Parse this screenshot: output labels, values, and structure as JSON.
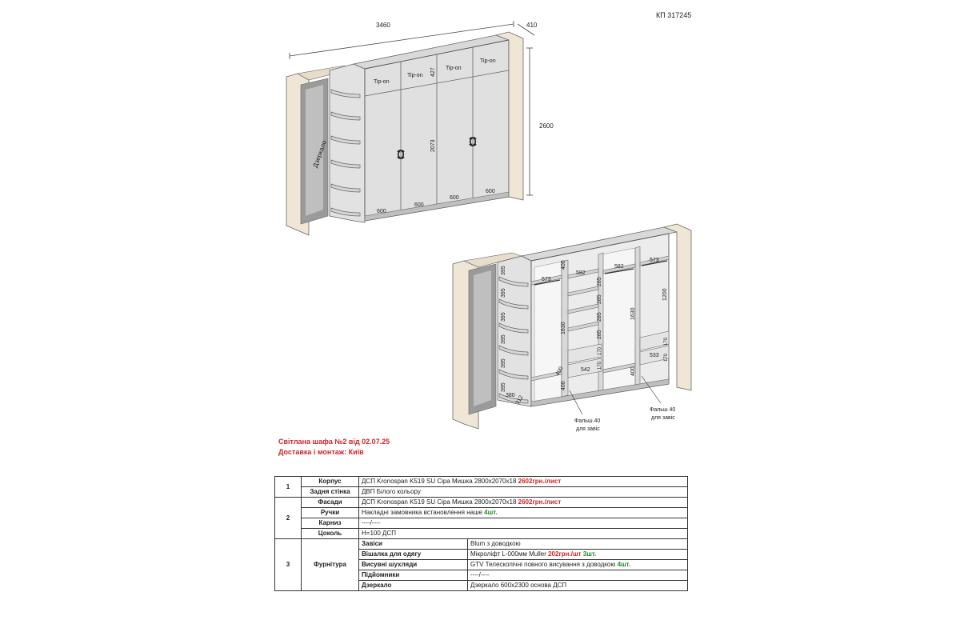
{
  "header": {
    "doc_code": "КП 317245",
    "title_line1": "Світлана шафа №2 від 02.07.25",
    "title_line2": "Доставка і монтаж: Київ"
  },
  "drawing_top": {
    "overall_width": "3460",
    "depth": "410",
    "height": "2600",
    "door_height": "2073",
    "mezzanine_height": "427",
    "door_width_1": "600",
    "door_width_2": "600",
    "door_width_3": "600",
    "door_width_4": "600",
    "tipon_1": "Tip-on",
    "tipon_2": "Tip-on",
    "tipon_3": "Tip-on",
    "tipon_4": "Tip-on",
    "mirror_label": "Дзеркало"
  },
  "drawing_bottom": {
    "corner_shelf_1": "395",
    "corner_shelf_2": "395",
    "corner_shelf_3": "395",
    "corner_shelf_4": "395",
    "corner_shelf_5": "395",
    "corner_shelf_6": "395",
    "corner_bottom": "380",
    "corner_diag": "312",
    "top_shelf_1": "573",
    "top_post": "400",
    "top_shelf_2": "582",
    "top_shelf_3": "582",
    "top_shelf_4": "573",
    "sect1_height": "1630",
    "sect1_bottom_a": "400",
    "sect1_bottom_b": "400",
    "mid_gap_1": "285",
    "mid_gap_2": "285",
    "mid_gap_3": "285",
    "mid_gap_4": "285",
    "drawer_h_1": "170",
    "drawer_h_2": "170",
    "drawer_width_1": "542",
    "sect3_height": "1630",
    "sect3_bottom": "400",
    "sect4_height": "1200",
    "drawer_width_2": "533",
    "drawer_h_3": "170",
    "drawer_h_4": "170",
    "note_1_line1": "Фальш 40",
    "note_1_line2": "для завіс",
    "note_2_line1": "Фальш 40",
    "note_2_line2": "для завіс"
  },
  "spec_table": {
    "sec1_num": "1",
    "korpus_label": "Корпус",
    "korpus_value": "ДСП Kronospan K519 SU Сіра Мишка 2800х2070х18",
    "korpus_price": "2602грн./лист",
    "zadnya_label": "Задня стінка",
    "zadnya_value": "ДВП Білого кольору",
    "sec2_num": "2",
    "fasady_label": "Фасади",
    "fasady_value": "ДСП Kronospan K519 SU Сіра Мишка 2800х2070х18",
    "fasady_price": "2602грн./лист",
    "ruchky_label": "Ручки",
    "ruchky_value": "Накладні замовника встановлення наше",
    "ruchky_qty": "4шт.",
    "karniz_label": "Карниз",
    "karniz_value": "----/----",
    "tsokol_label": "Цоколь",
    "tsokol_value": "H=100 ДСП",
    "sec3_num": "3",
    "furnitura_label": "Фурнітура",
    "zavisy_label": "Завіси",
    "zavisy_value": "Blum з доводкою",
    "vishalka_label": "Вішалка для одягу",
    "vishalka_value": "Мікроліфт L-000мм Muller",
    "vishalka_price": "202грн./шт",
    "vishalka_qty": "3шт.",
    "shukhlyady_label": "Висувні шухляди",
    "shukhlyady_value": "GTV Телескопічні повного висування з доводкою",
    "shukhlyady_qty": "4шт.",
    "pidiomnyky_label": "Підйомники",
    "pidiomnyky_value": "----/----",
    "dzerkalo_label": "Дзеркало",
    "dzerkalo_value": "Дзеркало 600х2300 основа ДСП"
  }
}
